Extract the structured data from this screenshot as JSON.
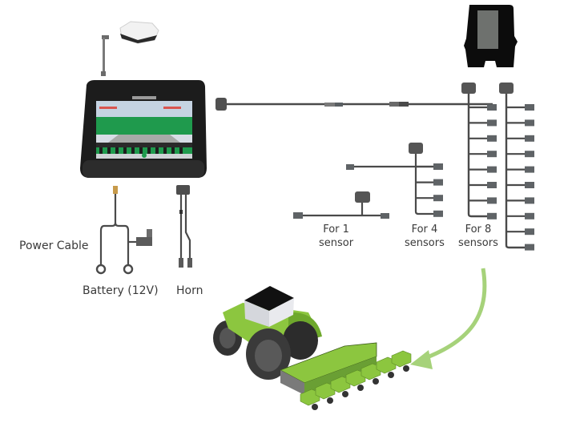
{
  "diagram": {
    "labels": {
      "power_cable": "Power Cable",
      "battery": "Battery (12V)",
      "horn": "Horn",
      "for1_line1": "For 1",
      "for1_line2": "sensor",
      "for4_line1": "For 4",
      "for4_line2": "sensors",
      "for8_line1": "For 8",
      "for8_line2": "sensors"
    },
    "components": {
      "display": "display-terminal",
      "gps": "gps-antenna",
      "ecu": "control-unit",
      "tractor": "tractor-with-planter"
    },
    "harness_drops": {
      "for_1": 1,
      "for_4": 4,
      "for_8": 8,
      "extension": 10
    },
    "colors": {
      "cable": "#4a4a4a",
      "connector": "#5f6366",
      "green": "#8cc63f",
      "arrow": "#a6d27a",
      "display_body": "#1c1c1c",
      "screen_green": "#1f9a4d",
      "sky": "#cfd9e6"
    }
  }
}
